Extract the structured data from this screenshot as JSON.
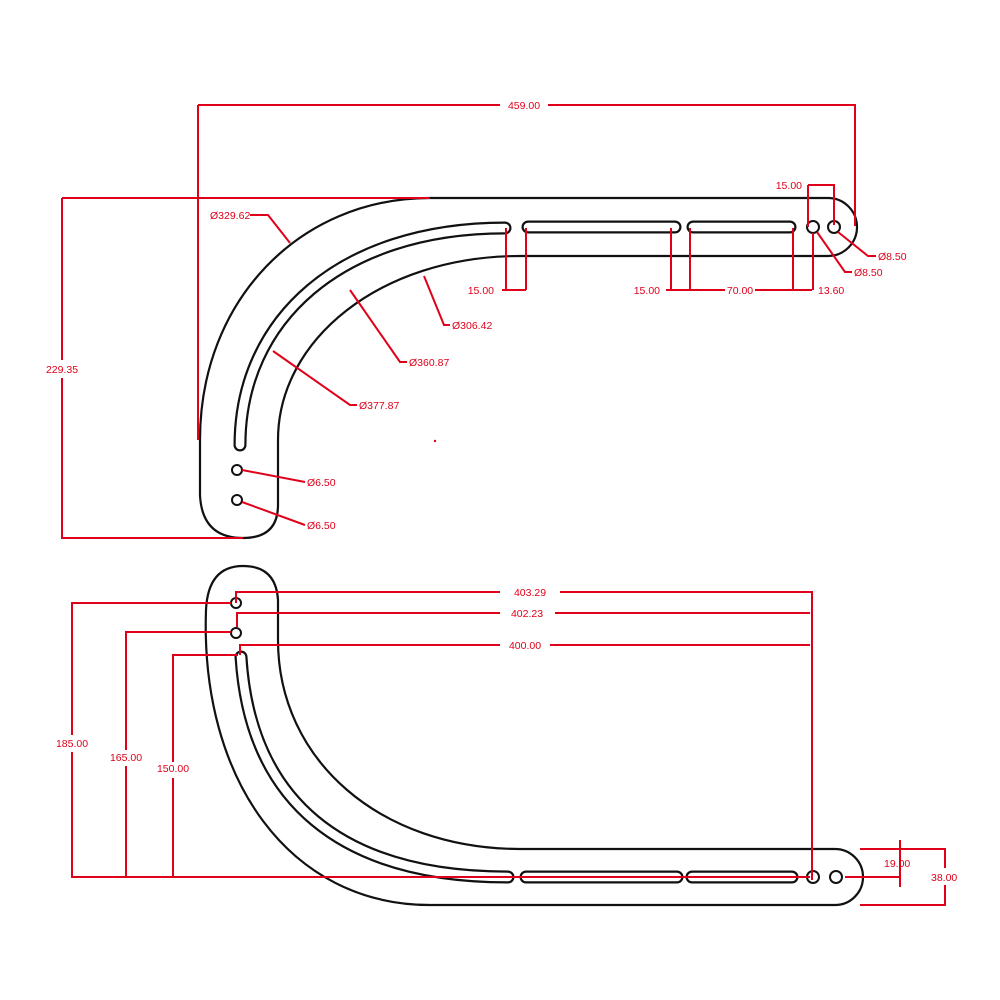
{
  "drawing": {
    "line_color": "#111111",
    "dimension_color": "#e0001a",
    "top_view": {
      "overall_length": "459.00",
      "end_hole_offset": "15.00",
      "outer_diameter": "Ø329.62",
      "hole_1": "Ø8.50",
      "hole_2": "Ø8.50",
      "slot_gap_1": "15.00",
      "slot_gap_2": "15.00",
      "slot_length": "70.00",
      "hole_offset": "13.60",
      "inner_diameter": "Ø306.42",
      "slot_inner_diameter": "Ø360.87",
      "slot_outer_diameter": "Ø377.87",
      "overall_height": "229.35",
      "small_hole_1": "Ø6.50",
      "small_hole_2": "Ø6.50"
    },
    "bottom_view": {
      "length_1": "403.29",
      "length_2": "402.23",
      "length_3": "400.00",
      "height_1": "185.00",
      "height_2": "165.00",
      "height_3": "150.00",
      "half_width": "19.00",
      "width": "38.00"
    }
  }
}
